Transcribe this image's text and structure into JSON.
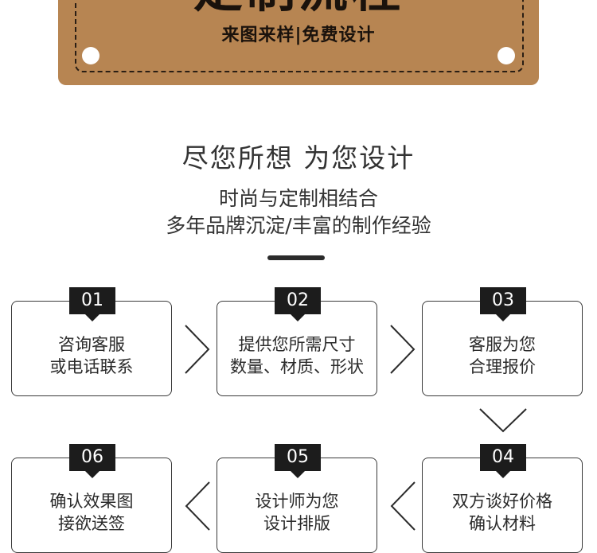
{
  "banner": {
    "title": "定制流程",
    "subtitle": "来图来样|免费设计"
  },
  "slogan": {
    "headline": "尽您所想 为您设计",
    "line1": "时尚与定制相结合",
    "line2": "多年品牌沉淀/丰富的制作经验"
  },
  "steps": [
    {
      "num": "01",
      "line1": "咨询客服",
      "line2": "或电话联系"
    },
    {
      "num": "02",
      "line1": "提供您所需尺寸",
      "line2": "数量、材质、形状"
    },
    {
      "num": "03",
      "line1": "客服为您",
      "line2": "合理报价"
    },
    {
      "num": "04",
      "line1": "双方谈好价格",
      "line2": "确认材料"
    },
    {
      "num": "05",
      "line1": "设计师为您",
      "line2": "设计排版"
    },
    {
      "num": "06",
      "line1": "确认效果图",
      "line2": "接欲送签"
    }
  ],
  "colors": {
    "banner": "#b78552",
    "dark": "#1c1c1c"
  }
}
